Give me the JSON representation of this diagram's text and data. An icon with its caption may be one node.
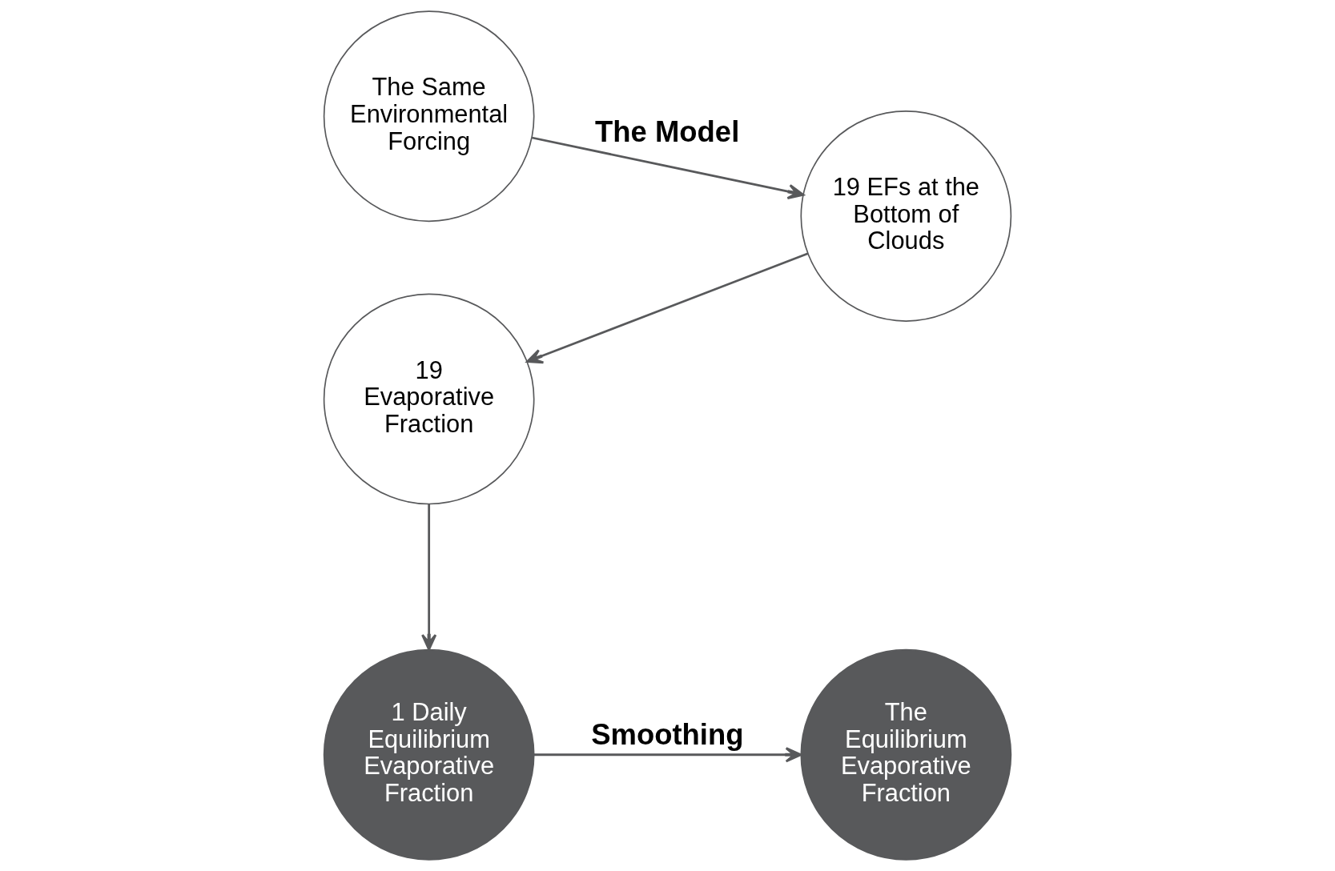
{
  "diagram": {
    "nodes": [
      {
        "text": [
          "19 Evaporative Fraction"
        ]
      },
      {
        "text": [
          "The Same Environmental Forcing"
        ]
      },
      {
        "text": [
          "19 EFs at the Bottom of Clouds"
        ]
      },
      {
        "text": [
          "1 Daily Equilibrium Evaporative Fraction"
        ]
      },
      {
        "text": [
          "The Equilibrium Evaporative Fraction"
        ]
      }
    ],
    "edges": [
      {
        "from": 1,
        "to": 2,
        "arrow": "to",
        "label": "The Model"
      },
      {
        "from": 2,
        "to": 0,
        "arrow": "to"
      },
      {
        "from": 0,
        "to": 3,
        "arrow": "to"
      },
      {
        "from": 3,
        "to": 4,
        "arrow": "to",
        "label": "Smoothing"
      }
    ]
  }
}
